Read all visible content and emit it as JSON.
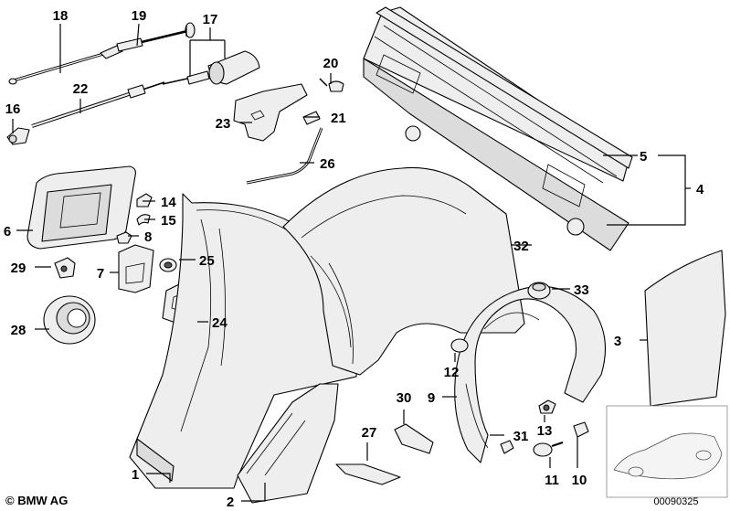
{
  "diagram": {
    "title": "BMW side panel / rear wheel arch parts diagram",
    "copyright": "© BMW AG",
    "image_number": "00090325",
    "part_labels": {
      "p1": "1",
      "p2": "2",
      "p3": "3",
      "p4": "4",
      "p5": "5",
      "p6": "6",
      "p7": "7",
      "p8": "8",
      "p9": "9",
      "p10": "10",
      "p11": "11",
      "p12": "12",
      "p13": "13",
      "p14": "14",
      "p15": "15",
      "p16": "16",
      "p17": "17",
      "p18": "18",
      "p19": "19",
      "p20": "20",
      "p21": "21",
      "p22": "22",
      "p23": "23",
      "p24": "24",
      "p25": "25",
      "p26": "26",
      "p27": "27",
      "p28": "28",
      "p29": "29",
      "p30": "30",
      "p31": "31",
      "p32": "32",
      "p33": "33"
    }
  },
  "colors": {
    "line": "#000000",
    "fill": "#eeeeee",
    "background": "#ffffff"
  }
}
